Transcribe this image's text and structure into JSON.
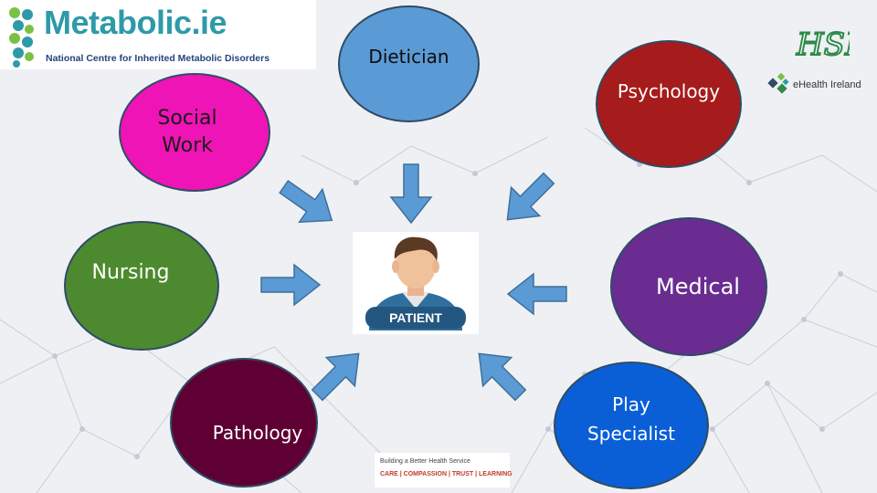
{
  "logo": {
    "name": "Metabolic.ie",
    "subtitle": "National Centre for Inherited Metabolic Disorders"
  },
  "nodes": {
    "dietician": "Dietician",
    "psychology": "Psychology",
    "social_work_line1": "Social",
    "social_work_line2": "Work",
    "nursing": "Nursing",
    "medical": "Medical",
    "pathology": "Pathology",
    "play_line1": "Play",
    "play_line2": "Specialist"
  },
  "center": {
    "label": "PATIENT"
  },
  "partners": {
    "hse": "HSE",
    "ehealth": "eHealth Ireland"
  },
  "footer_logo": {
    "title": "Building a Better Health Service",
    "values": "CARE | COMPASSION | TRUST | LEARNING"
  },
  "colors": {
    "dietician": "#5b9bd5",
    "psychology": "#a61b1b",
    "social_work": "#ef14b5",
    "nursing": "#4d8a2f",
    "medical": "#6a2c91",
    "pathology": "#5e0033",
    "play_specialist": "#0a5fd6",
    "arrow": "#5b9bd5"
  }
}
